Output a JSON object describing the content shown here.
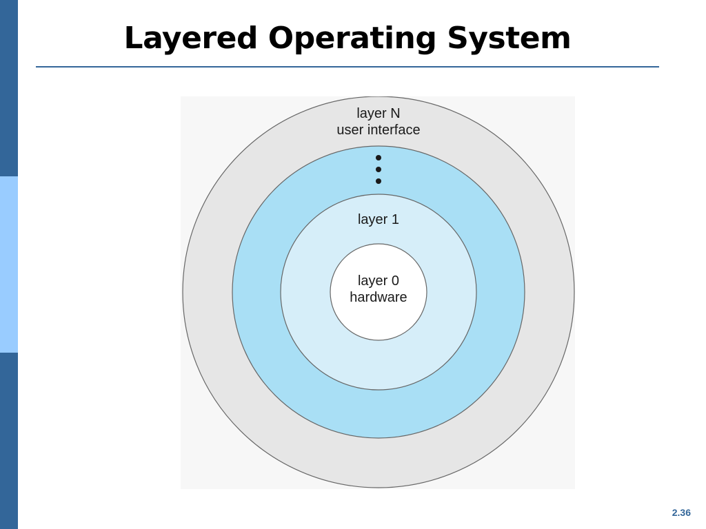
{
  "slide": {
    "title": "Layered Operating System",
    "number": "2.36"
  },
  "diagram": {
    "layers": [
      {
        "label_line1": "layer N",
        "label_line2": "user interface",
        "color": "#e6e6e6"
      },
      {
        "color": "#a9dff5"
      },
      {
        "label_line1": "layer 1",
        "color": "#d6eef9"
      },
      {
        "label_line1": "layer 0",
        "label_line2": "hardware",
        "color": "#ffffff"
      }
    ],
    "ellipsis": "⋮"
  },
  "colors": {
    "accent": "#336699",
    "accent_light": "#99ccff"
  }
}
